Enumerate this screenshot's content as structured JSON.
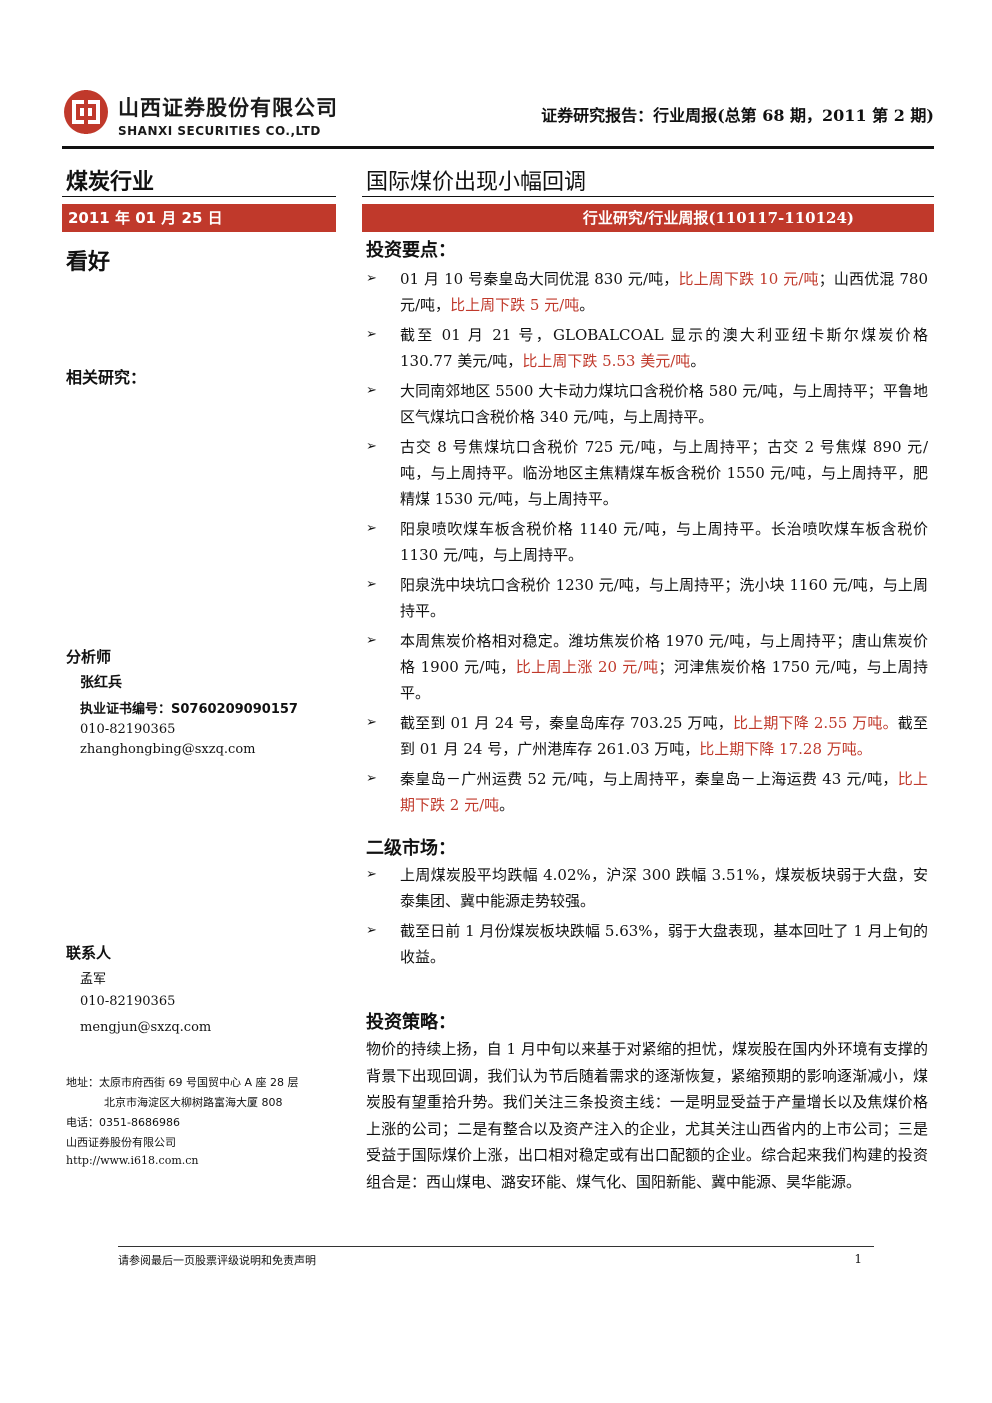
{
  "header": {
    "company_cn": "山西证券股份有限公司",
    "company_en": "SHANXI SECURITIES CO.,LTD",
    "report_title": "证券研究报告：行业周报(总第 68 期，2011 第 2 期)",
    "logo_color": "#c0392b"
  },
  "left": {
    "industry": "煤炭行业",
    "date": "2011 年 01 月 25 日",
    "rating": "看好",
    "related_label": "相关研究：",
    "analyst_label": "分析师",
    "analyst_name": "张红兵",
    "cert": "执业证书编号：S0760209090157",
    "analyst_phone": "010-82190365",
    "analyst_email": "zhanghongbing@sxzq.com",
    "contact_label": "联系人",
    "contact_name": "孟军",
    "contact_phone": "010-82190365",
    "contact_email": "mengjun@sxzq.com",
    "address_lines": [
      "地址：太原市府西街 69 号国贸中心 A 座 28 层",
      "北京市海淀区大柳树路富海大厦 808",
      "电话：0351-8686986",
      "山西证券股份有限公司",
      "http://www.i618.com.cn"
    ]
  },
  "right": {
    "headline": "国际煤价出现小幅回调",
    "subheader": "行业研究/行业周报(110117-110124)",
    "points_label": "投资要点：",
    "points": [
      [
        {
          "t": "01 月 10 号秦皇岛大同优混 830 元/吨，"
        },
        {
          "t": "比上周下跌 10 元/吨",
          "r": true
        },
        {
          "t": "；山西优混 780 元/吨，"
        },
        {
          "t": "比上周下跌 5 元/吨",
          "r": true
        },
        {
          "t": "。"
        }
      ],
      [
        {
          "t": "截至 01 月 21 号，GLOBALCOAL 显示的澳大利亚纽卡斯尔煤炭价格 130.77 美元/吨，"
        },
        {
          "t": "比上周下跌 5.53 美元/吨",
          "r": true
        },
        {
          "t": "。"
        }
      ],
      [
        {
          "t": "大同南郊地区 5500 大卡动力煤坑口含税价格 580 元/吨，与上周持平；平鲁地区气煤坑口含税价格 340 元/吨，与上周持平。"
        }
      ],
      [
        {
          "t": "古交 8 号焦煤坑口含税价 725 元/吨，与上周持平；古交 2 号焦煤 890 元/吨，与上周持平。临汾地区主焦精煤车板含税价 1550 元/吨，与上周持平，肥精煤 1530 元/吨，与上周持平。"
        }
      ],
      [
        {
          "t": "阳泉喷吹煤车板含税价格 1140 元/吨，与上周持平。长治喷吹煤车板含税价 1130 元/吨，与上周持平。"
        }
      ],
      [
        {
          "t": "阳泉洗中块坑口含税价 1230 元/吨，与上周持平；洗小块 1160 元/吨，与上周持平。"
        }
      ],
      [
        {
          "t": "本周焦炭价格相对稳定。潍坊焦炭价格 1970 元/吨，与上周持平；唐山焦炭价格 1900 元/吨，"
        },
        {
          "t": "比上周上涨 20 元/吨",
          "r": true
        },
        {
          "t": "；河津焦炭价格 1750 元/吨，与上周持平。"
        }
      ],
      [
        {
          "t": "截至到 01 月 24 号，秦皇岛库存 703.25 万吨，"
        },
        {
          "t": "比上期下降 2.55 万吨。",
          "r": true
        },
        {
          "t": "截至到 01 月 24 号，广州港库存 261.03 万吨，"
        },
        {
          "t": "比上期下降 17.28 万吨。",
          "r": true
        }
      ],
      [
        {
          "t": "秦皇岛－广州运费 52 元/吨，与上周持平，秦皇岛－上海运费 43 元/吨，"
        },
        {
          "t": "比上期下跌 2 元/吨",
          "r": true
        },
        {
          "t": "。"
        }
      ]
    ],
    "market_label": "二级市场：",
    "market": [
      [
        {
          "t": "上周煤炭股平均跌幅 4.02%，沪深 300 跌幅 3.51%，煤炭板块弱于大盘，安泰集团、冀中能源走势较强。"
        }
      ],
      [
        {
          "t": "截至日前 1 月份煤炭板块跌幅 5.63%，弱于大盘表现，基本回吐了 1 月上旬的收益。"
        }
      ]
    ],
    "strategy_label": "投资策略：",
    "strategy": "物价的持续上扬，自 1 月中旬以来基于对紧缩的担忧，煤炭股在国内外环境有支撑的背景下出现回调，我们认为节后随着需求的逐渐恢复，紧缩预期的影响逐渐减小，煤炭股有望重拾升势。我们关注三条投资主线：一是明显受益于产量增长以及焦煤价格上涨的公司；二是有整合以及资产注入的企业，尤其关注山西省内的上市公司；三是受益于国际煤价上涨，出口相对稳定或有出口配额的企业。综合起来我们构建的投资组合是：西山煤电、潞安环能、煤气化、国阳新能、冀中能源、昊华能源。"
  },
  "footer": {
    "note": "请参阅最后一页股票评级说明和免责声明",
    "page": "1"
  }
}
